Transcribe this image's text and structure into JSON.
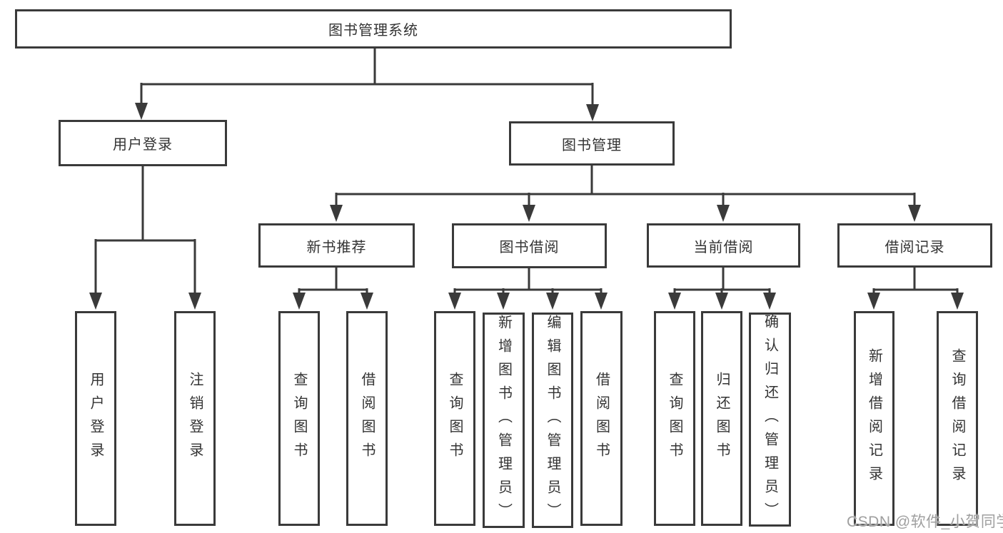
{
  "diagram": {
    "root": {
      "label": "图书管理系统"
    },
    "level1": {
      "user_login": {
        "label": "用户登录"
      },
      "book_mgmt": {
        "label": "图书管理"
      }
    },
    "level2": {
      "new_book": {
        "label": "新书推荐"
      },
      "borrow": {
        "label": "图书借阅"
      },
      "current": {
        "label": "当前借阅"
      },
      "record": {
        "label": "借阅记录"
      }
    },
    "leaves": {
      "ul_login": {
        "label": "用户登录"
      },
      "ul_logout": {
        "label": "注销登录"
      },
      "nb_query": {
        "label": "查询图书"
      },
      "nb_borrow": {
        "label": "借阅图书"
      },
      "bw_query": {
        "label": "查询图书"
      },
      "bw_add": {
        "label": "新增图书（管理员）"
      },
      "bw_edit": {
        "label": "编辑图书（管理员）"
      },
      "bw_borrow": {
        "label": "借阅图书"
      },
      "cu_query": {
        "label": "查询图书"
      },
      "cu_return": {
        "label": "归还图书"
      },
      "cu_confirm": {
        "label": "确认归还（管理员）"
      },
      "rc_add": {
        "label": "新增借阅记录"
      },
      "rc_query": {
        "label": "查询借阅记录"
      }
    }
  },
  "watermark": {
    "text": "CSDN @软件_小贺同学"
  },
  "colors": {
    "line": "#3a3a3a",
    "box_border": "#3a3a3a",
    "text": "#333333",
    "watermark": "#9f9f9f",
    "background": "#ffffff"
  }
}
